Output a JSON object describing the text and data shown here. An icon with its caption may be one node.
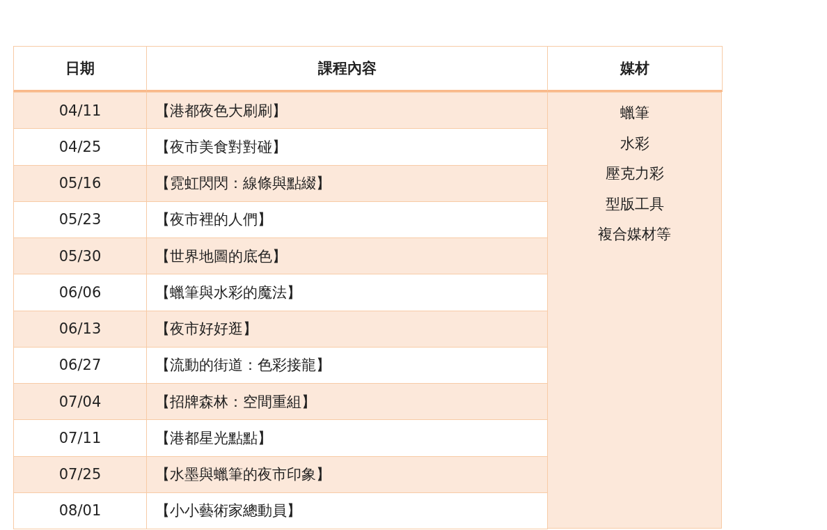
{
  "diagram": {
    "nodes": [
      {
        "text": [
          "蠟筆",
          "水彩",
          "壓克力彩",
          "型版工具",
          "複合媒材等"
        ]
      }
    ],
    "labels": [
      "日期",
      "課程內容",
      "媒材",
      "04/11",
      "【港都夜色大刷刷】",
      "04/25",
      "【夜市美食對對碰】",
      "05/16",
      "【霓虹閃閃：線條與點綴】",
      "05/23",
      "【夜市裡的人們】",
      "05/30",
      "【世界地圖的底色】",
      "06/06",
      "【蠟筆與水彩的魔法】",
      "06/13",
      "【夜市好好逛】",
      "06/27",
      "【流動的街道：色彩接龍】",
      "07/04",
      "【招牌森林：空間重組】",
      "07/11",
      "【港都星光點點】",
      "07/25",
      "【水墨與蠟筆的夜市印象】",
      "08/01",
      "【小小藝術家總動員】"
    ]
  }
}
